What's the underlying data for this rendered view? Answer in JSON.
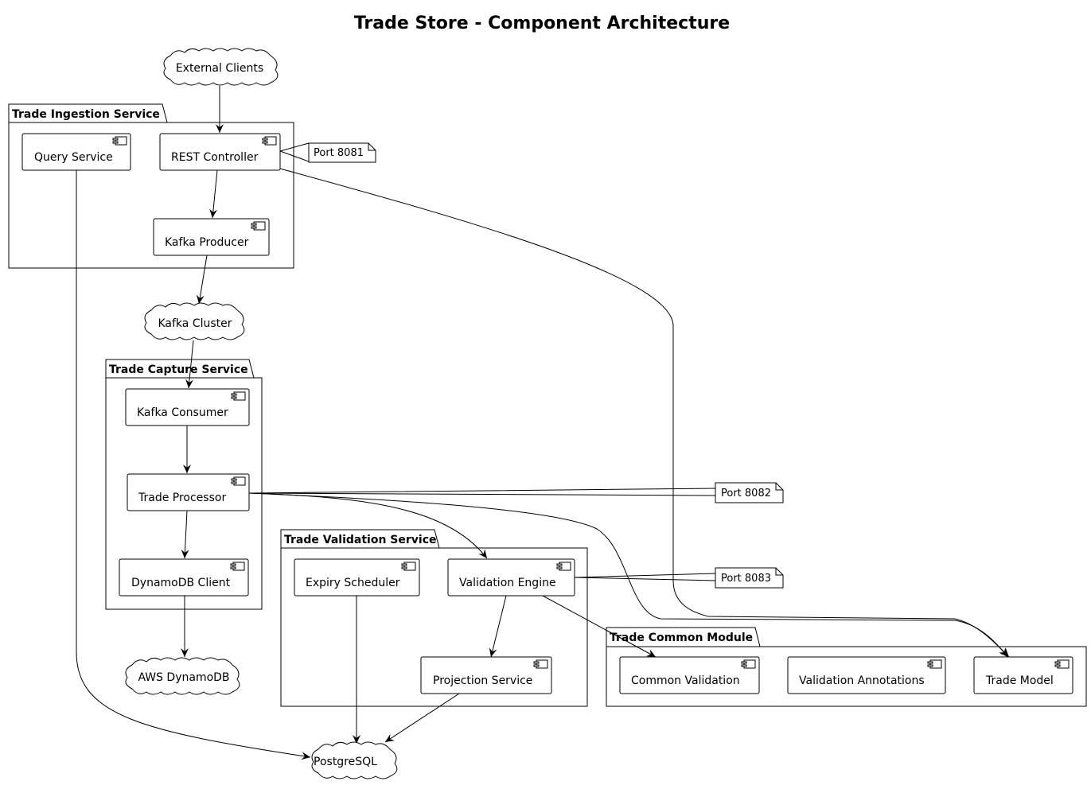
{
  "title": "Trade Store - Component Architecture",
  "packages": {
    "ingestion": "Trade Ingestion Service",
    "capture": "Trade Capture Service",
    "validation": "Trade Validation Service",
    "common": "Trade Common Module"
  },
  "components": {
    "query_service": "Query Service",
    "rest_controller": "REST Controller",
    "kafka_producer": "Kafka Producer",
    "kafka_consumer": "Kafka Consumer",
    "trade_processor": "Trade Processor",
    "dynamodb_client": "DynamoDB Client",
    "expiry_scheduler": "Expiry Scheduler",
    "validation_engine": "Validation Engine",
    "projection_service": "Projection Service",
    "common_validation": "Common Validation",
    "validation_annotations": "Validation Annotations",
    "trade_model": "Trade Model"
  },
  "clouds": {
    "external_clients": "External Clients",
    "kafka_cluster": "Kafka Cluster",
    "aws_dynamodb": "AWS DynamoDB",
    "postgresql": "PostgreSQL"
  },
  "notes": {
    "port_8081": "Port 8081",
    "port_8082": "Port 8082",
    "port_8083": "Port 8083"
  }
}
